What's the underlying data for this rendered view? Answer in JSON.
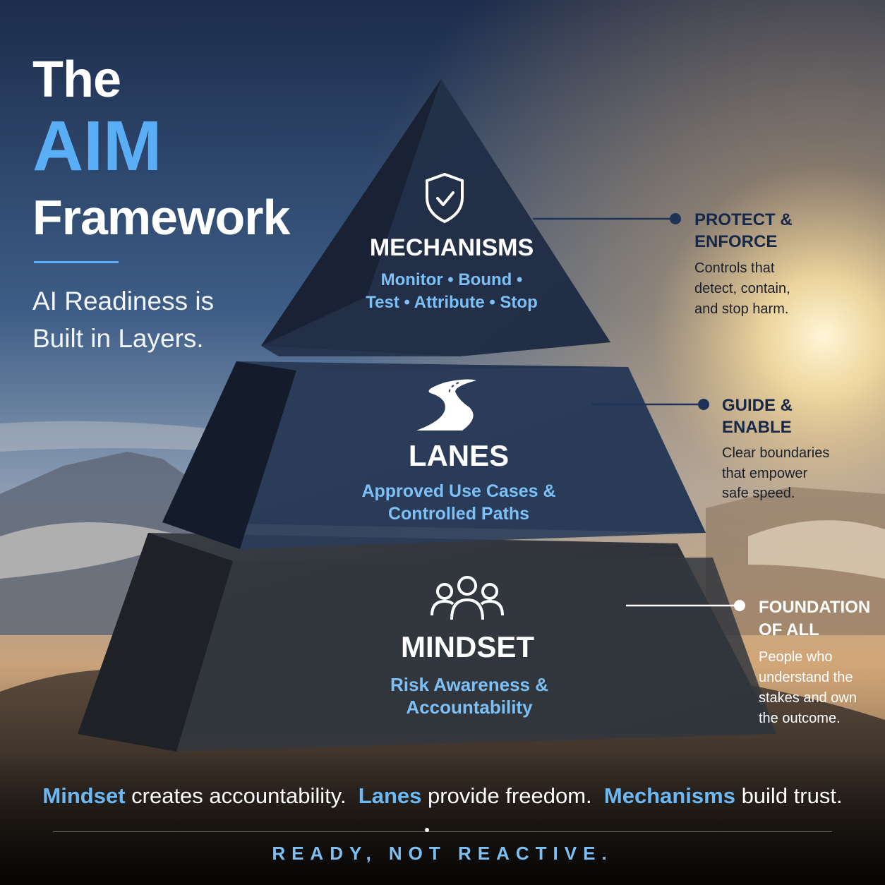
{
  "header": {
    "line1": "The",
    "line2": "AIM",
    "line3": "Framework",
    "tagline": "AI Readiness is Built in Layers."
  },
  "layers": {
    "mechanisms": {
      "title": "MECHANISMS",
      "sub1": "Monitor • Bound •",
      "sub2": "Test • Attribute • Stop",
      "icon": "shield-check-icon"
    },
    "lanes": {
      "title": "LANES",
      "sub1": "Approved Use Cases &",
      "sub2": "Controlled Paths",
      "icon": "road-icon"
    },
    "mindset": {
      "title": "MINDSET",
      "sub1": "Risk Awareness &",
      "sub2": "Accountability",
      "icon": "people-group-icon"
    }
  },
  "callouts": {
    "protect": {
      "h1": "PROTECT &",
      "h2": "ENFORCE",
      "d1": "Controls that",
      "d2": "detect, contain,",
      "d3": "and stop harm."
    },
    "guide": {
      "h1": "GUIDE &",
      "h2": "ENABLE",
      "d1": "Clear boundaries",
      "d2": "that empower",
      "d3": "safe speed."
    },
    "foundation": {
      "h1": "FOUNDATION",
      "h2": "OF ALL",
      "d1": "People who",
      "d2": "understand the",
      "d3": "stakes and own",
      "d4": "the outcome."
    }
  },
  "slogan": {
    "w1": "Mindset",
    "t1": " creates accountability.  ",
    "w2": "Lanes",
    "t2": " provide freedom.  ",
    "w3": "Mechanisms",
    "t3": " build trust."
  },
  "footer": "READY, NOT REACTIVE.",
  "colors": {
    "accent": "#5aaef5",
    "sub_text": "#7cc0f5",
    "stone": "#1f2a3a",
    "callout_dark": "#16284a"
  }
}
